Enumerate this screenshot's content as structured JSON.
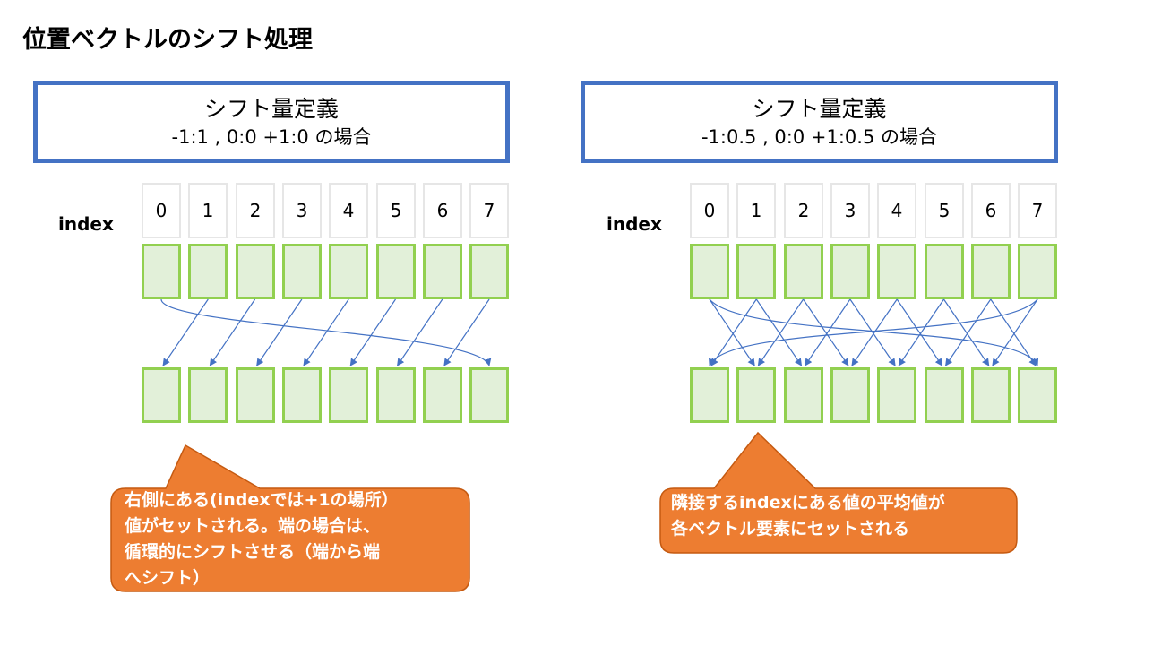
{
  "title": "位置ベクトルのシフト処理",
  "left": {
    "def_line1": "シフト量定義",
    "def_line2": "-1:1 , 0:0  +1:0 の場合",
    "index_label": "index",
    "indices": [
      "0",
      "1",
      "2",
      "3",
      "4",
      "5",
      "6",
      "7"
    ],
    "callout": "右側にある(indexでは+1の場所）\n値がセットされる。端の場合は、\n循環的にシフトさせる（端から端\nへシフト）"
  },
  "right": {
    "def_line1": "シフト量定義",
    "def_line2": "-1:0.5 , 0:0  +1:0.5 の場合",
    "index_label": "index",
    "indices": [
      "0",
      "1",
      "2",
      "3",
      "4",
      "5",
      "6",
      "7"
    ],
    "callout": "隣接するindexにある値の平均値が\n各ベクトル要素にセットされる"
  },
  "colors": {
    "box_border": "#4472c4",
    "cell_border": "#92d050",
    "cell_fill": "#e2f0d9",
    "arrow": "#4472c4",
    "callout_fill": "#ed7d31",
    "callout_border": "#c55a11"
  }
}
